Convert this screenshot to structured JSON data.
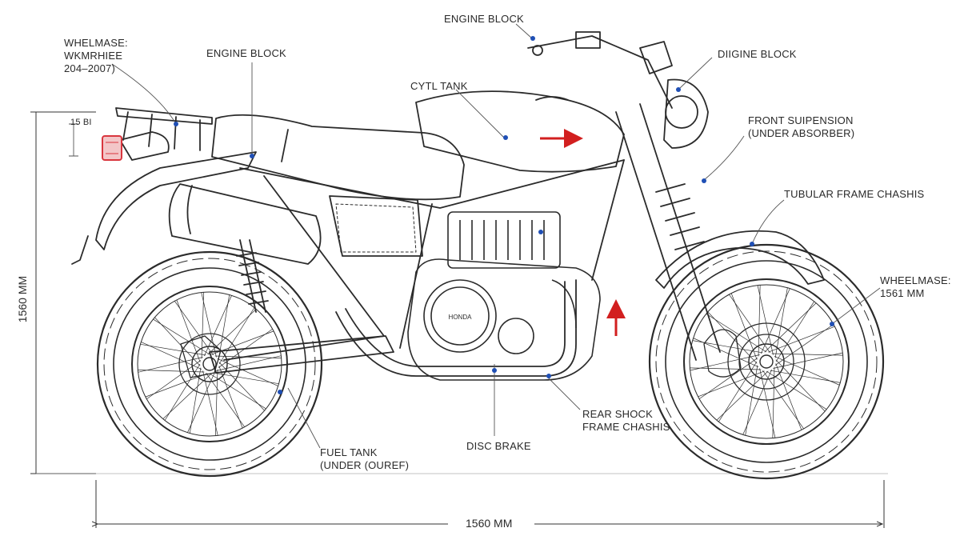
{
  "labels": {
    "engine_block_top": "ENGINE BLOCK",
    "engine_block_left": "ENGINE BLOCK",
    "engine_block_right": "DIIGINE BLOCK",
    "wheelbase_left": "WHELMASE:\nWKMRHIEE\n204–2007)",
    "oil_tank": "CYTL TANK",
    "front_suspension": "FRONT SUIPENSION\n(UNDER ABSORBER)",
    "tubular_frame": "TUBULAR FRAME CHASHIS",
    "wheelbase_right": "WHEELMASE:\n1561 MM",
    "rear_shock": "REAR SHOCK\nFRAME CHASHIS",
    "disc_brake": "DISC BRAKE",
    "fuel_tank": "FUEL TANK\n(UNDER (OUREF)",
    "small_dim": "15 BI"
  },
  "dimensions": {
    "height": "1560 MM",
    "length": "1560 MM"
  },
  "engine_badge": "HONDA",
  "colors": {
    "line": "#2b2b2b",
    "leader": "#555555",
    "accent_blue": "#1f4fb5",
    "accent_red": "#d21f1f",
    "taillight": "#d9363e"
  }
}
